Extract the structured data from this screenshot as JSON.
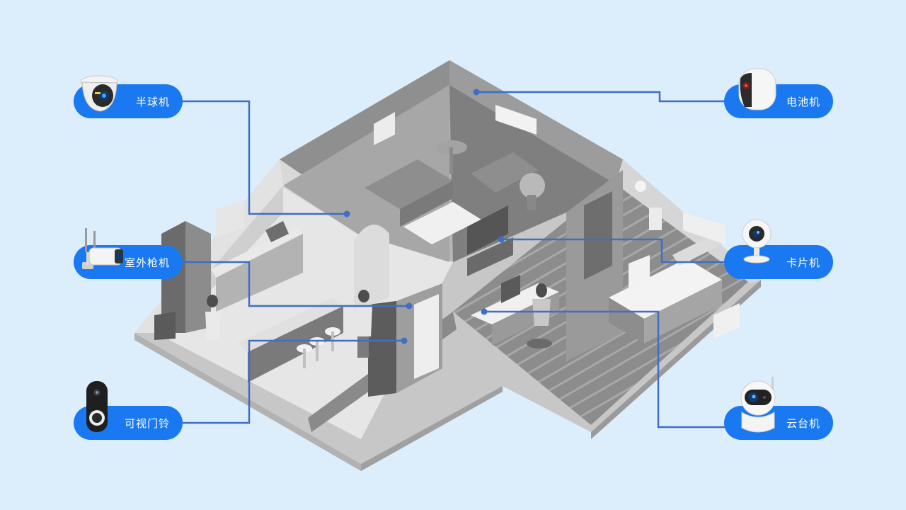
{
  "devices": {
    "dome": {
      "label": "半球机",
      "icon": "dome-camera-icon"
    },
    "bullet": {
      "label": "室外枪机",
      "icon": "bullet-camera-icon"
    },
    "doorbell": {
      "label": "可视门铃",
      "icon": "doorbell-icon"
    },
    "battery": {
      "label": "电池机",
      "icon": "battery-camera-icon"
    },
    "card": {
      "label": "卡片机",
      "icon": "card-camera-icon"
    },
    "ptz": {
      "label": "云台机",
      "icon": "ptz-camera-icon"
    }
  },
  "colors": {
    "background": "#dcedfc",
    "pill": "#1a78f0",
    "connector": "#3f6fc3",
    "house_light": "#dcdcdc",
    "house_mid": "#a9a9a9",
    "house_dark": "#7e7e7e"
  }
}
